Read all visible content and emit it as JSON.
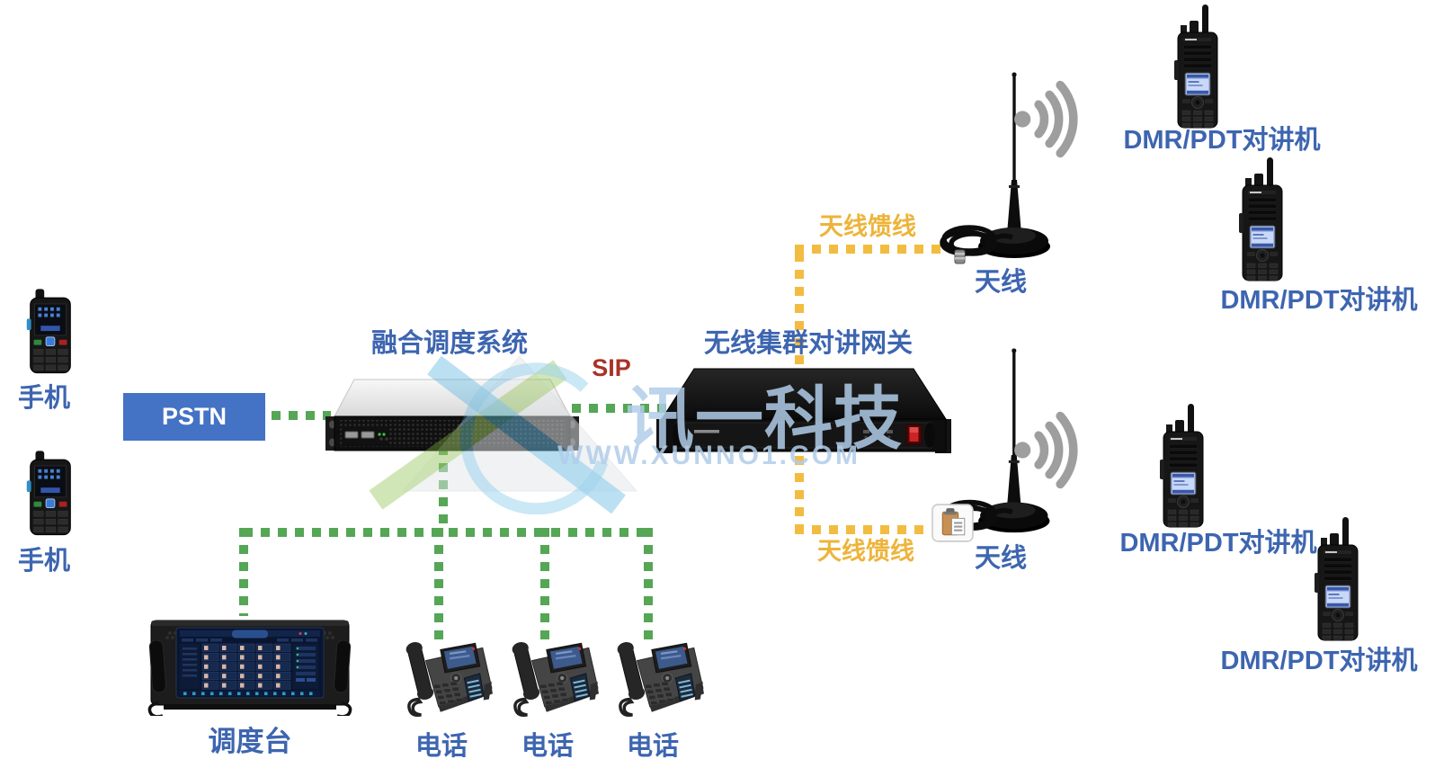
{
  "diagram": {
    "watermark": {
      "brand": "讯一科技",
      "url": "WWW.XUNNO1.COM"
    },
    "nodes": {
      "mobile1": {
        "label": "手机"
      },
      "mobile2": {
        "label": "手机"
      },
      "pstn": {
        "label": "PSTN"
      },
      "dispatch_system": {
        "label": "融合调度系统"
      },
      "sip": {
        "label": "SIP"
      },
      "gateway": {
        "label": "无线集群对讲网关"
      },
      "feeder_top": {
        "label": "天线馈线"
      },
      "antenna_top": {
        "label": "天线"
      },
      "feeder_bottom": {
        "label": "天线馈线"
      },
      "antenna_bottom": {
        "label": "天线"
      },
      "radio1": {
        "label": "DMR/PDT对讲机"
      },
      "radio2": {
        "label": "DMR/PDT对讲机"
      },
      "radio3": {
        "label": "DMR/PDT对讲机"
      },
      "radio4": {
        "label": "DMR/PDT对讲机"
      },
      "console": {
        "label": "调度台"
      },
      "phone1": {
        "label": "电话"
      },
      "phone2": {
        "label": "电话"
      },
      "phone3": {
        "label": "电话"
      }
    },
    "colors": {
      "label_blue": "#3D65B0",
      "sip_red": "#A93226",
      "link_green": "#55A655",
      "link_yellow": "#F2BC40",
      "pstn_bg": "#4472C4",
      "watermark_blue": "#B0CDE9"
    }
  }
}
